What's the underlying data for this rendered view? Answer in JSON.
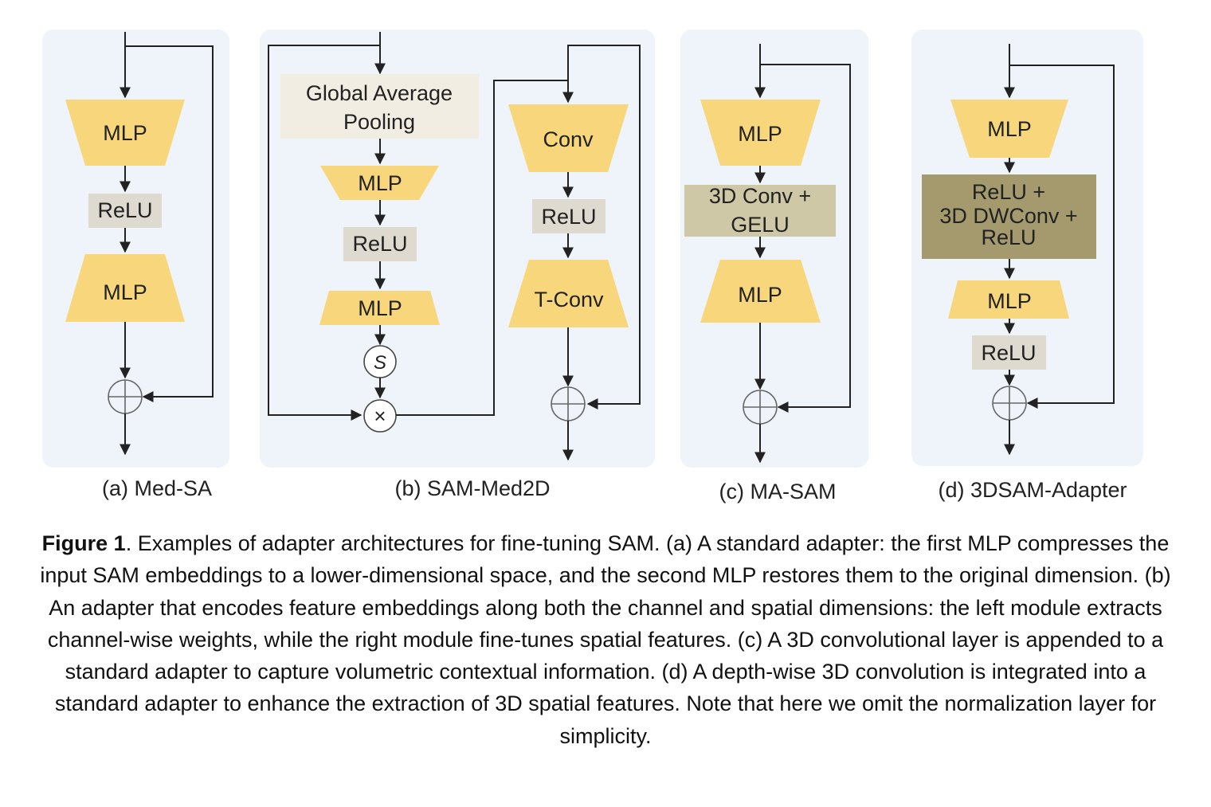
{
  "colors": {
    "panel_bg": "#eef4fa",
    "mlp_fill": "#f8d77c",
    "relu_fill": "#dedad0",
    "gap_fill": "#f1ede2",
    "conv_gelu_fill": "#cec8a6",
    "dwconv_fill": "#a49a6d",
    "line": "#222222"
  },
  "panel_a": {
    "mlp1": "MLP",
    "relu": "ReLU",
    "mlp2": "MLP",
    "label": "(a) Med-SA"
  },
  "panel_b": {
    "gap_line1": "Global Average",
    "gap_line2": "Pooling",
    "mlp1": "MLP",
    "relu1": "ReLU",
    "mlp2": "MLP",
    "sigmoid": "S",
    "multiply": "×",
    "conv": "Conv",
    "relu2": "ReLU",
    "tconv": "T-Conv",
    "label": "(b) SAM-Med2D"
  },
  "panel_c": {
    "mlp1": "MLP",
    "conv_line1": "3D Conv +",
    "conv_line2": "GELU",
    "mlp2": "MLP",
    "label": "(c) MA-SAM"
  },
  "panel_d": {
    "mlp1": "MLP",
    "dw_line1": "ReLU +",
    "dw_line2": "3D DWConv +",
    "dw_line3": "ReLU",
    "mlp2": "MLP",
    "relu": "ReLU",
    "label": "(d) 3DSAM-Adapter"
  },
  "caption": {
    "title": "Figure 1",
    "text": ". Examples of adapter architectures for fine-tuning SAM. (a) A standard adapter: the first MLP compresses the input SAM embeddings to a lower-dimensional space, and the second MLP restores them to the original dimension. (b) An adapter that encodes feature embeddings along both the channel and spatial dimensions: the left module extracts channel-wise weights, while the right module fine-tunes spatial features. (c) A 3D convolutional layer is appended to a standard adapter to capture volumetric contextual information. (d) A depth-wise 3D convolution is integrated into a standard adapter to enhance the extraction of 3D spatial features. Note that here we omit the normalization layer for simplicity."
  }
}
